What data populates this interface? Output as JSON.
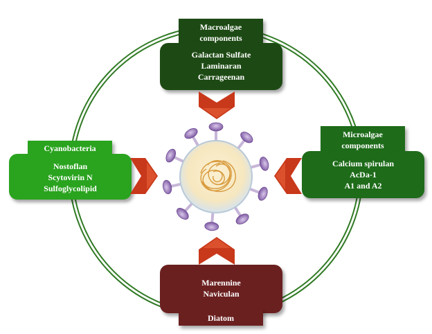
{
  "diagram": {
    "macroalgae": {
      "title_line1": "Macroalgae",
      "title_line2": "components",
      "items": [
        "Galactan Sulfate",
        "Laminaran",
        "Carrageenan"
      ],
      "color": "#1d4a14"
    },
    "cyanobacteria": {
      "title": "Cyanobacteria",
      "items": [
        "Nostoflan",
        "Scytovirin N",
        "Sulfoglycolipid"
      ],
      "color": "#2aa31f"
    },
    "microalgae": {
      "title_line1": "Microalgae",
      "title_line2": "components",
      "items": [
        "Calcium spirulan",
        "AcDa-1",
        "A1 and  A2"
      ],
      "color": "#1e6b1a"
    },
    "diatom": {
      "title": "Diatom",
      "items": [
        "Marennine",
        "Naviculan"
      ],
      "color": "#6b2020"
    },
    "colors": {
      "ring": "#2f7a23",
      "arrow": "#c8381a",
      "virus_core": "#f6e7bf",
      "spike": "#8f6bb0",
      "rna": "#d89a3c"
    },
    "icons": [
      "virus-icon",
      "chevron-arrow-icon"
    ]
  }
}
